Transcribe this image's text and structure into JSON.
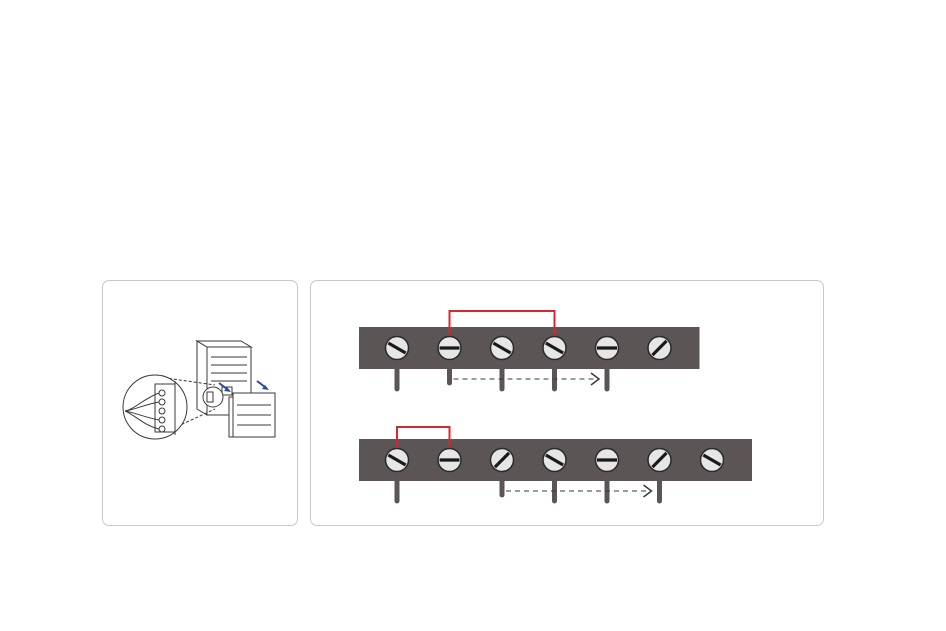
{
  "colors": {
    "terminal_bar": "#5b5556",
    "jumper": "#d7282f",
    "screw_fill": "#e6e6e6",
    "screw_stroke": "#2a2a2a",
    "arrow_blue": "#2b4a9a",
    "line_art": "#3a3a3a",
    "panel_border": "#c8c8c8"
  },
  "icons": {
    "unit": "outdoor-unit-icon",
    "magnifier": "magnifier-circle-icon",
    "screw": "terminal-screw-icon"
  },
  "terminal_blocks": [
    {
      "screw_count": 6,
      "slot_angles": [
        30,
        0,
        30,
        30,
        0,
        135
      ],
      "jumper_between": [
        1,
        3
      ],
      "wire_screws": [
        0,
        1,
        2,
        3,
        4
      ],
      "short_wire_screws": [
        1
      ],
      "dashed_arrow_from": 1,
      "dashed_arrow_to": 4
    },
    {
      "screw_count": 7,
      "slot_angles": [
        30,
        0,
        135,
        30,
        0,
        135,
        30
      ],
      "jumper_between": [
        0,
        1
      ],
      "wire_screws": [
        0,
        2,
        3,
        4,
        5
      ],
      "short_wire_screws": [
        2
      ],
      "dashed_arrow_from": 2,
      "dashed_arrow_to": 5
    }
  ]
}
